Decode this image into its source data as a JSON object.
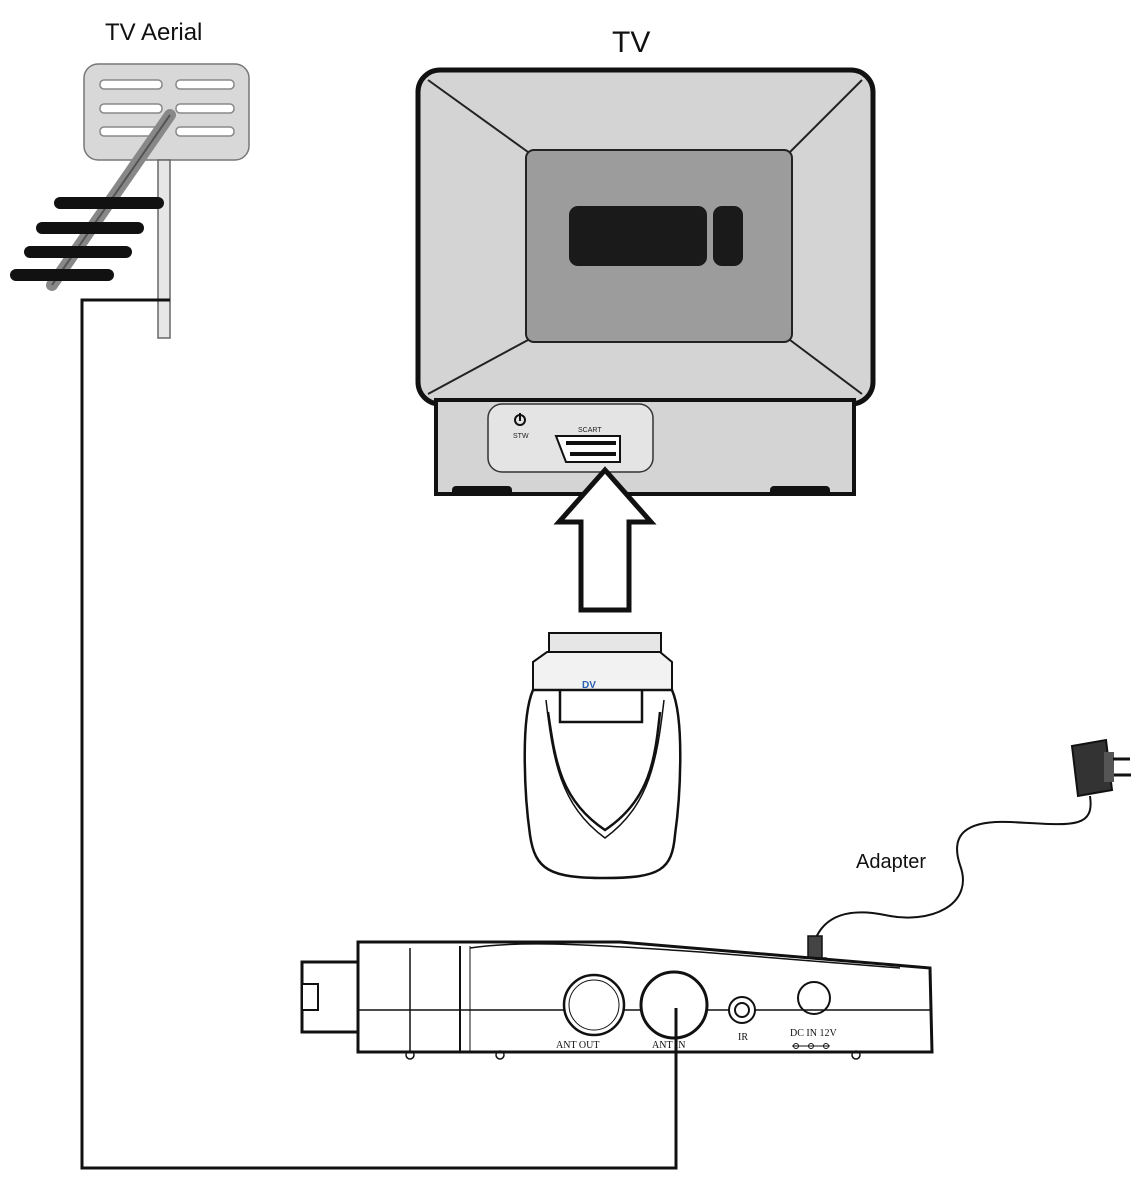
{
  "labels": {
    "aerial": "TV Aerial",
    "tv": "TV",
    "adapter": "Adapter"
  },
  "tv_panel": {
    "power_label": "STW",
    "scart_label": "SCART"
  },
  "box_ports": {
    "ant_out": "ANT OUT",
    "ant_in": "ANT IN",
    "ir": "IR",
    "dc_in": "DC IN 12V"
  },
  "colors": {
    "line": "#111111",
    "tv_frame": "#c9c9c9",
    "tv_inner": "#9c9c9c",
    "aerial_panel": "#d8d8d8"
  }
}
